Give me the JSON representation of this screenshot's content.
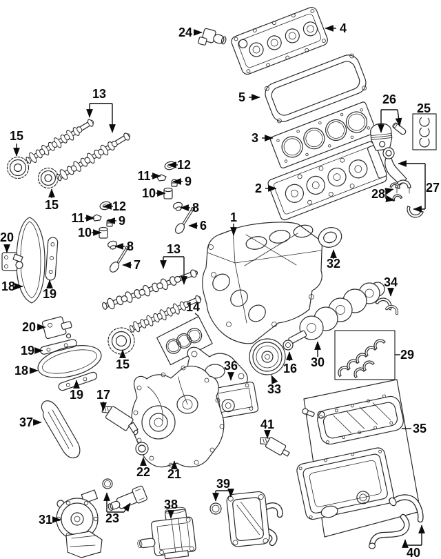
{
  "figure": {
    "background": "#ffffff",
    "line_color": "#2a2a2a",
    "label_color": "#0a0a0a"
  },
  "callouts": [
    {
      "num": "1"
    },
    {
      "num": "2"
    },
    {
      "num": "3"
    },
    {
      "num": "4"
    },
    {
      "num": "5"
    },
    {
      "num": "6"
    },
    {
      "num": "7"
    },
    {
      "num": "8"
    },
    {
      "num": "8"
    },
    {
      "num": "9"
    },
    {
      "num": "9"
    },
    {
      "num": "10"
    },
    {
      "num": "10"
    },
    {
      "num": "11"
    },
    {
      "num": "11"
    },
    {
      "num": "12"
    },
    {
      "num": "12"
    },
    {
      "num": "13"
    },
    {
      "num": "13"
    },
    {
      "num": "14"
    },
    {
      "num": "15"
    },
    {
      "num": "15"
    },
    {
      "num": "15"
    },
    {
      "num": "16"
    },
    {
      "num": "17"
    },
    {
      "num": "18"
    },
    {
      "num": "18"
    },
    {
      "num": "19"
    },
    {
      "num": "19"
    },
    {
      "num": "19"
    },
    {
      "num": "20"
    },
    {
      "num": "20"
    },
    {
      "num": "21"
    },
    {
      "num": "22"
    },
    {
      "num": "23"
    },
    {
      "num": "24"
    },
    {
      "num": "25"
    },
    {
      "num": "26"
    },
    {
      "num": "27"
    },
    {
      "num": "28"
    },
    {
      "num": "29"
    },
    {
      "num": "30"
    },
    {
      "num": "31"
    },
    {
      "num": "32"
    },
    {
      "num": "33"
    },
    {
      "num": "34"
    },
    {
      "num": "35"
    },
    {
      "num": "36"
    },
    {
      "num": "37"
    },
    {
      "num": "38"
    },
    {
      "num": "39"
    },
    {
      "num": "40"
    },
    {
      "num": "41"
    }
  ]
}
